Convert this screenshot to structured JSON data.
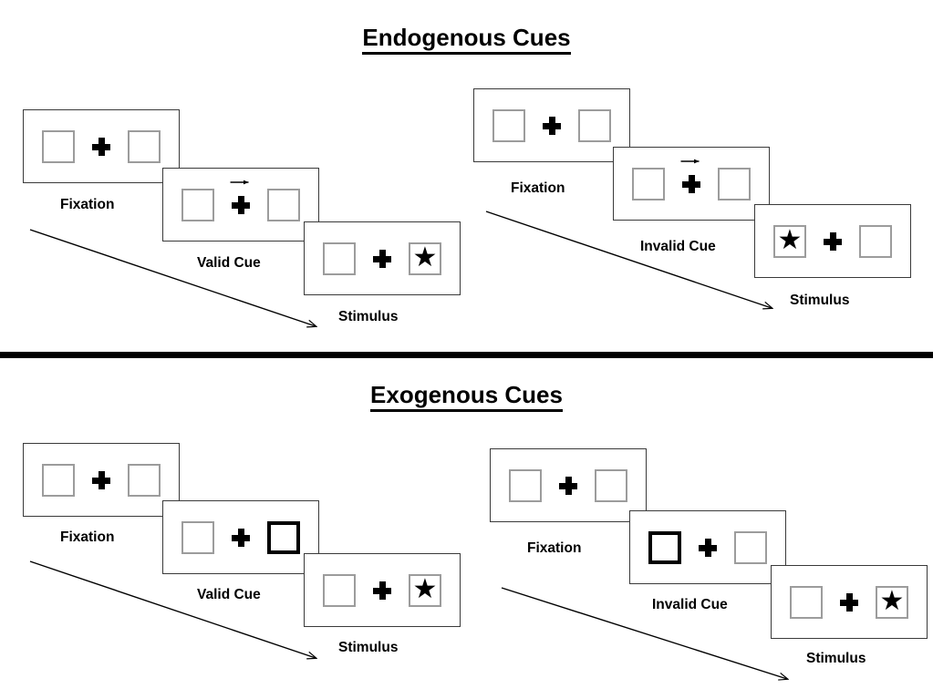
{
  "figure": {
    "title_endogenous": "Endogenous Cues",
    "title_exogenous": "Exogenous Cues",
    "colors": {
      "background": "#ffffff",
      "ink": "#000000",
      "panel_border": "#3a3a3a",
      "placeholder_box": "#9c9c9c",
      "cued_box": "#000000"
    }
  },
  "sections": [
    {
      "id": "endogenous",
      "title": "Endogenous Cues",
      "conditions": [
        {
          "id": "endogenous-valid",
          "frames": [
            {
              "label": "Fixation",
              "left_box": "empty",
              "right_box": "empty",
              "cue": "none",
              "arrow_direction": ""
            },
            {
              "label": "Valid Cue",
              "left_box": "empty",
              "right_box": "empty",
              "cue": "arrow",
              "arrow_direction": "right"
            },
            {
              "label": "Stimulus",
              "left_box": "empty",
              "right_box": "star",
              "cue": "none",
              "arrow_direction": ""
            }
          ]
        },
        {
          "id": "endogenous-invalid",
          "frames": [
            {
              "label": "Fixation",
              "left_box": "empty",
              "right_box": "empty",
              "cue": "none",
              "arrow_direction": ""
            },
            {
              "label": "Invalid Cue",
              "left_box": "empty",
              "right_box": "empty",
              "cue": "arrow",
              "arrow_direction": "right"
            },
            {
              "label": "Stimulus",
              "left_box": "star",
              "right_box": "empty",
              "cue": "none",
              "arrow_direction": ""
            }
          ]
        }
      ]
    },
    {
      "id": "exogenous",
      "title": "Exogenous Cues",
      "conditions": [
        {
          "id": "exogenous-valid",
          "frames": [
            {
              "label": "Fixation",
              "left_box": "empty",
              "right_box": "empty",
              "cue": "none",
              "arrow_direction": ""
            },
            {
              "label": "Valid Cue",
              "left_box": "empty",
              "right_box": "bold",
              "cue": "box-highlight",
              "arrow_direction": ""
            },
            {
              "label": "Stimulus",
              "left_box": "empty",
              "right_box": "star",
              "cue": "none",
              "arrow_direction": ""
            }
          ]
        },
        {
          "id": "exogenous-invalid",
          "frames": [
            {
              "label": "Fixation",
              "left_box": "empty",
              "right_box": "empty",
              "cue": "none",
              "arrow_direction": ""
            },
            {
              "label": "Invalid Cue",
              "left_box": "bold",
              "right_box": "empty",
              "cue": "box-highlight",
              "arrow_direction": ""
            },
            {
              "label": "Stimulus",
              "left_box": "empty",
              "right_box": "star",
              "cue": "none",
              "arrow_direction": ""
            }
          ]
        }
      ]
    }
  ],
  "glyphs": {
    "star": "★",
    "fixation_cross": "plus-sign",
    "time_arrow": "diagonal-arrow-right-down",
    "cue_arrow": "arrow-right"
  },
  "time_arrows": [
    {
      "id": "endogenous-valid-time-arrow",
      "direction": "down-right"
    },
    {
      "id": "endogenous-invalid-time-arrow",
      "direction": "down-right"
    },
    {
      "id": "exogenous-valid-time-arrow",
      "direction": "down-right"
    },
    {
      "id": "exogenous-invalid-time-arrow",
      "direction": "down-right"
    }
  ]
}
